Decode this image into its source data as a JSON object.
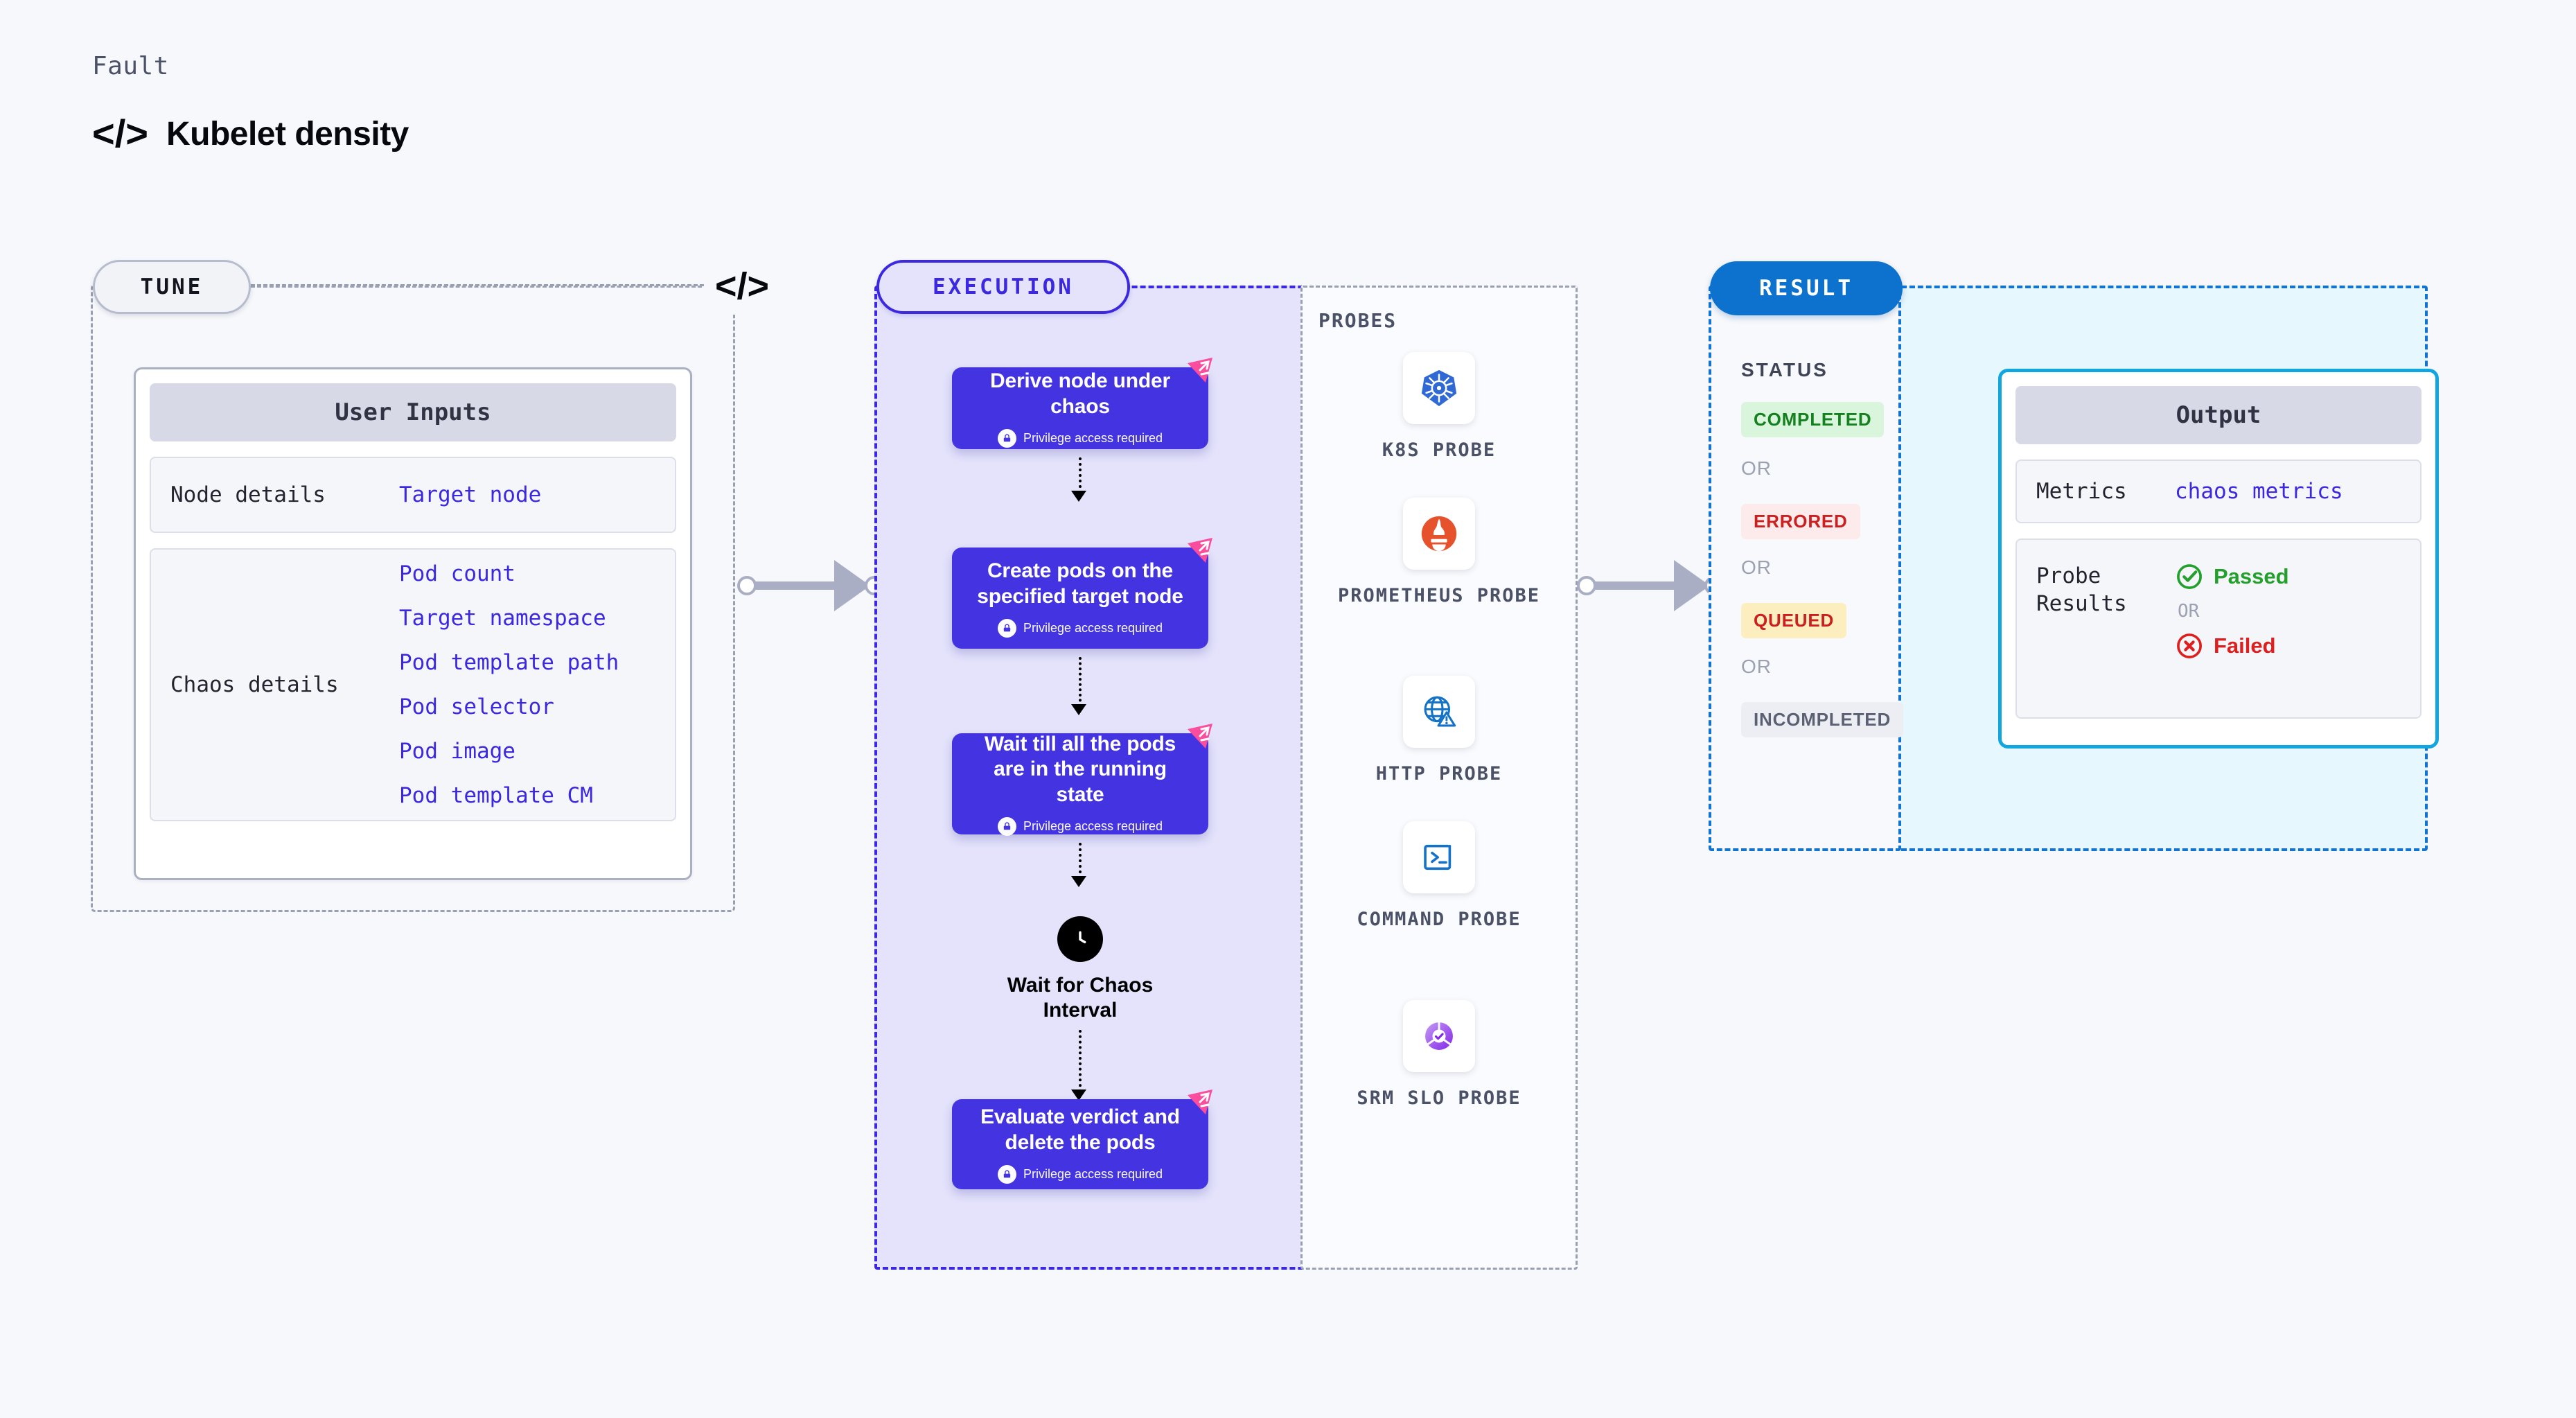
{
  "header": {
    "kicker": "Fault",
    "code_icon": "code-icon",
    "title": "Kubelet density"
  },
  "tune": {
    "pill_label": "TUNE",
    "code_icon": "code-icon",
    "card_title": "User Inputs",
    "rows": [
      {
        "label": "Node details",
        "values": [
          "Target node"
        ]
      },
      {
        "label": "Chaos details",
        "values": [
          "Pod count",
          "Target namespace",
          "Pod template path",
          "Pod selector",
          "Pod image",
          "Pod template CM"
        ]
      }
    ]
  },
  "execution": {
    "pill_label": "EXECUTION",
    "privilege_text": "Privilege access required",
    "nodes": [
      {
        "text": "Derive node under chaos",
        "privileged": true,
        "badge": "harness-badge"
      },
      {
        "text": "Create pods on the specified target node",
        "privileged": true,
        "badge": "harness-badge"
      },
      {
        "text": "Wait till all the pods are in the running state",
        "privileged": true,
        "badge": "harness-badge"
      },
      {
        "text": "Evaluate verdict and delete the pods",
        "privileged": true,
        "badge": "harness-badge"
      }
    ],
    "wait_step": {
      "icon": "clock-icon",
      "label": "Wait for Chaos Interval"
    }
  },
  "probes": {
    "section_label": "PROBES",
    "items": [
      {
        "name": "K8S PROBE",
        "icon": "kubernetes-icon"
      },
      {
        "name": "PROMETHEUS PROBE",
        "icon": "prometheus-icon"
      },
      {
        "name": "HTTP PROBE",
        "icon": "globe-warning-icon"
      },
      {
        "name": "COMMAND PROBE",
        "icon": "terminal-icon"
      },
      {
        "name": "SRM SLO PROBE",
        "icon": "srm-slo-icon"
      }
    ]
  },
  "result": {
    "pill_label": "RESULT",
    "status_label": "STATUS",
    "or_label": "OR",
    "statuses": [
      {
        "label": "COMPLETED",
        "bg": "#d9f5dc",
        "fg": "#15801f"
      },
      {
        "label": "ERRORED",
        "bg": "#fdeaea",
        "fg": "#cc1f1f"
      },
      {
        "label": "QUEUED",
        "bg": "#fdeec0",
        "fg": "#cc1f1f"
      },
      {
        "label": "INCOMPLETED",
        "bg": "#eceef4",
        "fg": "#5b6073"
      }
    ],
    "output": {
      "card_title": "Output",
      "metrics_label": "Metrics",
      "metrics_value": "chaos metrics",
      "probe_results_label": "Probe Results",
      "passed_label": "Passed",
      "failed_label": "Failed",
      "or_label": "OR",
      "passed_icon": "check-circle-icon",
      "failed_icon": "x-circle-icon"
    }
  },
  "colors": {
    "page_bg": "#f7f8fb",
    "tune_border": "#9aa0b4",
    "execution_accent": "#3b28e0",
    "execution_bg": "#e4e3fb",
    "node_fill": "#4333e0",
    "result_accent": "#1273d1",
    "result_right_bg": "#e6f7fd",
    "output_border": "#12a6e0",
    "link_text": "#3b28e0",
    "harness_pink": "#fb4d9d",
    "passed_green": "#22a02b",
    "failed_red": "#dd1f1f"
  }
}
